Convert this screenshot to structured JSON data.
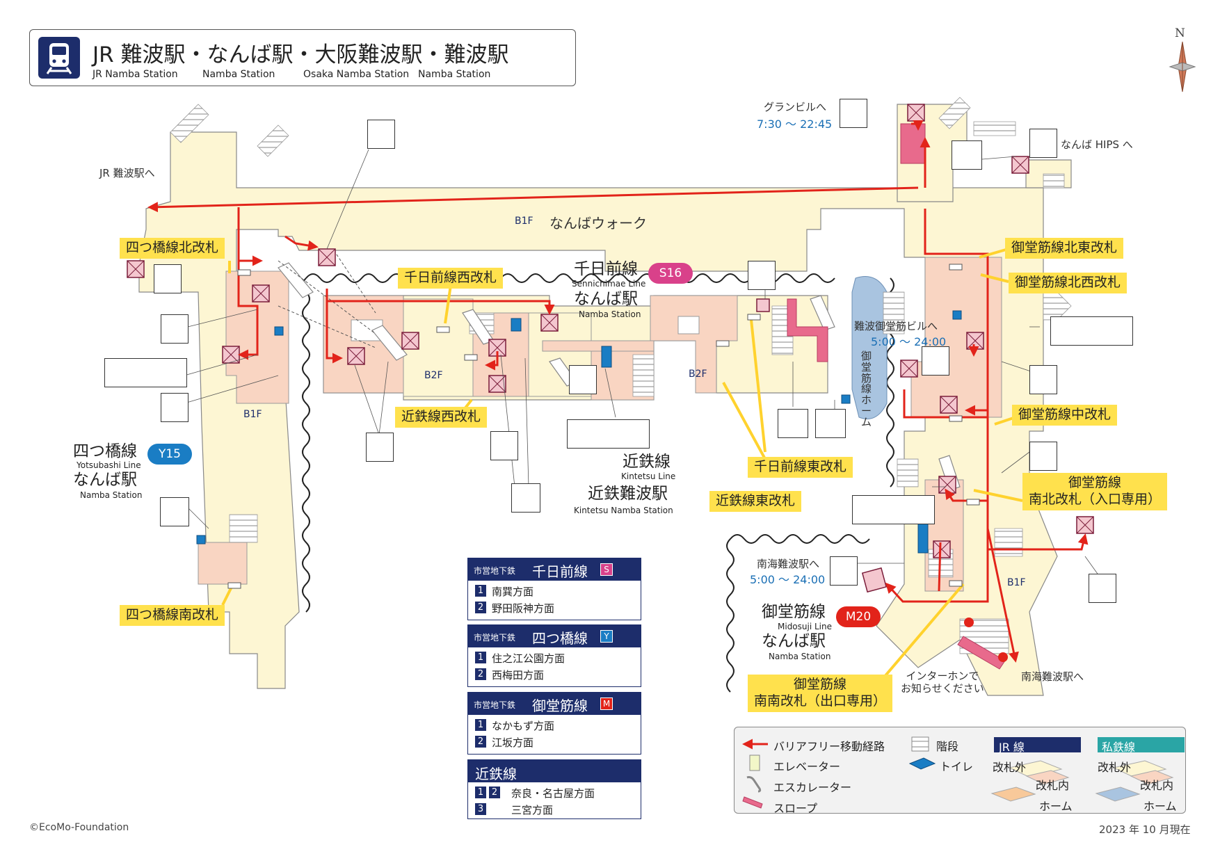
{
  "header": {
    "title": "JR 難波駅・なんば駅・大阪難波駅・難波駅",
    "sub_jr": "JR Namba Station",
    "sub_namba": "Namba Station",
    "sub_osaka": "Osaka Namba Station",
    "sub_namba2": "Namba Station"
  },
  "compass": "N",
  "floors": {
    "b1f_walk": "B1F",
    "walk_name": "なんばウォーク",
    "b1f_left": "B1F",
    "b2f_left": "B2F",
    "b2f_mid": "B2F",
    "b1f_right": "B1F"
  },
  "destinations": {
    "jr": "JR 難波駅へ",
    "granbil": "グランビルへ",
    "granbil_hours": "7:30 〜 22:45",
    "hips": "なんば HIPS へ",
    "midosuji_bldg": "難波御堂筋ビルへ",
    "midosuji_bldg_hours": "5:00 〜 24:00",
    "nankai_left": "南海難波駅へ",
    "nankai_left_hours": "5:00 〜 24:00",
    "nankai_right": "南海難波駅へ",
    "intercom": "インターホンで\nお知らせください",
    "midosuji_platform": "御堂筋線ホーム"
  },
  "gates": {
    "yotsubashi_north": "四つ橋線北改札",
    "yotsubashi_south": "四つ橋線南改札",
    "sennichimae_west": "千日前線西改札",
    "kintetsu_west": "近鉄線西改札",
    "sennichimae_east": "千日前線東改札",
    "kintetsu_east": "近鉄線東改札",
    "midosuji_ne": "御堂筋線北東改札",
    "midosuji_nw": "御堂筋線北西改札",
    "midosuji_center": "御堂筋線中改札",
    "midosuji_ns": "御堂筋線\n南北改札（入口専用）",
    "midosuji_ss": "御堂筋線\n南南改札（出口専用）"
  },
  "stations": {
    "sennichimae": {
      "name": "千日前線",
      "en": "Sennichimae Line",
      "station": "なんば駅",
      "station_en": "Namba Station",
      "code": "S16"
    },
    "yotsubashi": {
      "name": "四つ橋線",
      "en": "Yotsubashi Line",
      "station": "なんば駅",
      "station_en": "Namba Station",
      "code": "Y15"
    },
    "kintetsu": {
      "name": "近鉄線",
      "en": "Kintetsu Line",
      "station": "近鉄難波駅",
      "station_en": "Kintetsu Namba Station"
    },
    "midosuji": {
      "name": "御堂筋線",
      "en": "Midosuji Line",
      "station": "なんば駅",
      "station_en": "Namba Station",
      "code": "M20"
    }
  },
  "platforms": [
    {
      "operator": "市営地下鉄",
      "line": "千日前線",
      "code": "S",
      "color": "#d9418a",
      "rows": [
        {
          "nums": [
            "1"
          ],
          "dest": "南巽方面"
        },
        {
          "nums": [
            "2"
          ],
          "dest": "野田阪神方面"
        }
      ]
    },
    {
      "operator": "市営地下鉄",
      "line": "四つ橋線",
      "code": "Y",
      "color": "#1a7dc4",
      "rows": [
        {
          "nums": [
            "1"
          ],
          "dest": "住之江公園方面"
        },
        {
          "nums": [
            "2"
          ],
          "dest": "西梅田方面"
        }
      ]
    },
    {
      "operator": "市営地下鉄",
      "line": "御堂筋線",
      "code": "M",
      "color": "#e2231a",
      "rows": [
        {
          "nums": [
            "1"
          ],
          "dest": "なかもず方面"
        },
        {
          "nums": [
            "2"
          ],
          "dest": "江坂方面"
        }
      ]
    },
    {
      "operator": "",
      "line": "近鉄線",
      "code": "",
      "color": "",
      "rows": [
        {
          "nums": [
            "1",
            "2"
          ],
          "dest": "奈良・名古屋方面"
        },
        {
          "nums": [
            "3"
          ],
          "dest": "三宮方面"
        }
      ]
    }
  ],
  "legend": {
    "route": "バリアフリー移動経路",
    "elevator": "エレベーター",
    "escalator": "エスカレーター",
    "slope": "スロープ",
    "stairs": "階段",
    "toilet": "トイレ",
    "jr_line": "JR 線",
    "private_line": "私鉄線",
    "outside_jr": "改札外",
    "inside_jr": "改札内",
    "home_jr": "ホーム",
    "outside_pr": "改札外",
    "inside_pr": "改札内",
    "home_pr": "ホーム"
  },
  "colors": {
    "route": "#e2231a",
    "outside": "#fdf6d3",
    "inside": "#f9d5c2",
    "home_blue": "#a9c4e0",
    "elevator_box": "#f4c7cf",
    "navy": "#1d2d6b",
    "callout": "#ffe14d"
  },
  "copyright": "©EcoMo-Foundation",
  "as_of": "2023 年 10 月現在"
}
